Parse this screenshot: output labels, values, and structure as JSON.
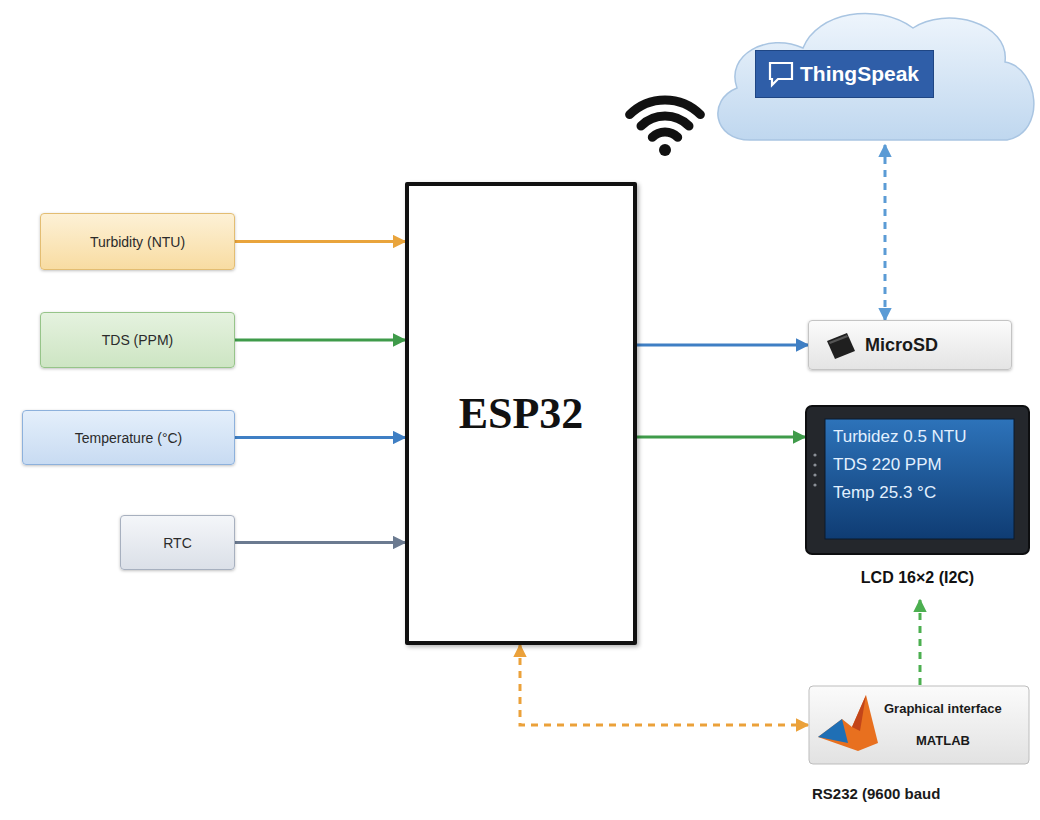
{
  "diagram": {
    "nodes": [
      {
        "text": [
          "ThingSpeak"
        ]
      },
      {
        "text": [
          "Turbidity (NTU)"
        ]
      },
      {
        "text": [
          "TDS (PPM)"
        ]
      },
      {
        "text": [
          "Temperature (°C)"
        ]
      },
      {
        "text": [
          "RTC"
        ]
      },
      {
        "text": [
          "ESP32"
        ]
      },
      {
        "text": [
          "MicroSD"
        ]
      },
      {
        "text": [
          "Turbidez 0.5 NTU",
          "TDS 220 PPM",
          "Temp 25.3 °C",
          "LCD 16×2 (I2C)"
        ]
      },
      {
        "text": [
          "Graphical interface",
          "MATLAB",
          "RS232 (9600 baud"
        ]
      }
    ],
    "edges": [
      {
        "from": 1,
        "to": 5,
        "arrow": "to"
      },
      {
        "from": 2,
        "to": 5,
        "arrow": "to"
      },
      {
        "from": 3,
        "to": 5,
        "arrow": "to"
      },
      {
        "from": 4,
        "to": 5,
        "arrow": "to"
      },
      {
        "from": 5,
        "to": 6,
        "arrow": "to"
      },
      {
        "from": 5,
        "to": 7,
        "arrow": "to"
      },
      {
        "from": 6,
        "to": 0,
        "arrow": "both"
      },
      {
        "from": 8,
        "to": 7,
        "arrow": "to"
      },
      {
        "from": 5,
        "to": 8,
        "arrow": "both"
      }
    ]
  }
}
